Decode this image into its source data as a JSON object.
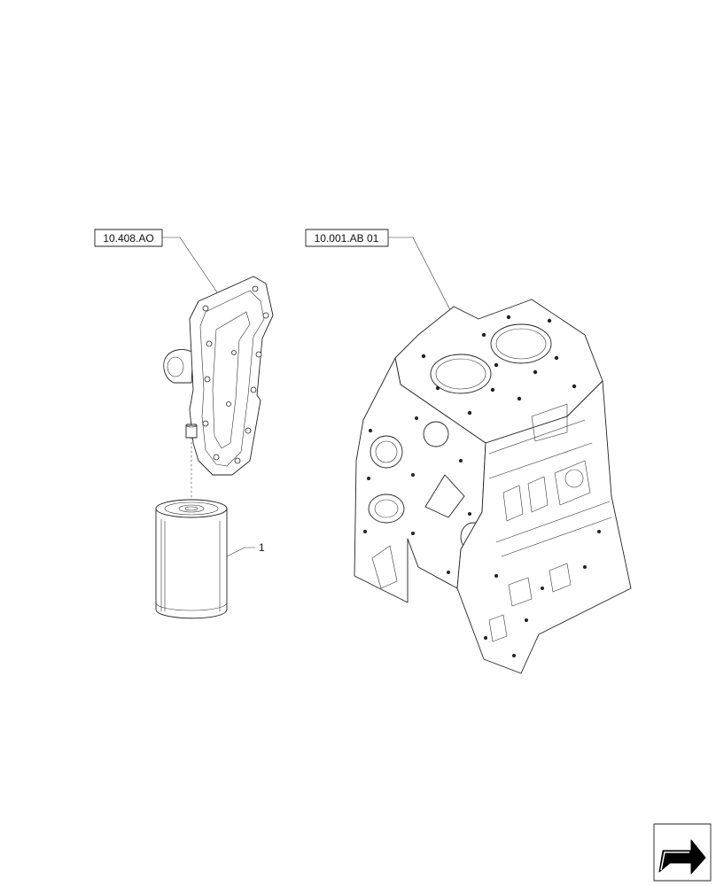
{
  "references": [
    {
      "label": "10.408.AO"
    },
    {
      "label": "10.001.AB 01"
    }
  ],
  "callouts": [
    {
      "label": "1"
    }
  ],
  "nav": {
    "icon": "arrow-nav-icon"
  }
}
